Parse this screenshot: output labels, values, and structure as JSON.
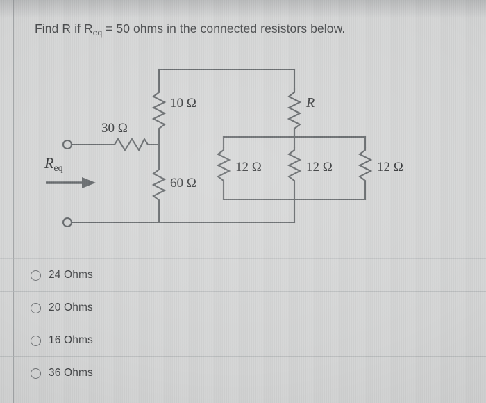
{
  "prompt": {
    "before": "Find R if R",
    "subscript": "eq",
    "after": " = 50 ohms in the connected resistors below."
  },
  "circuit": {
    "source_label": "Req",
    "source_label_base": "R",
    "source_label_sub": "eq",
    "resistors": [
      {
        "id": "r30",
        "label": "30 Ω",
        "value": "30",
        "unit": "Ω",
        "orientation": "horizontal"
      },
      {
        "id": "r10",
        "label": "10 Ω",
        "value": "10",
        "unit": "Ω",
        "orientation": "vertical"
      },
      {
        "id": "r60",
        "label": "60 Ω",
        "value": "60",
        "unit": "Ω",
        "orientation": "vertical"
      },
      {
        "id": "rR",
        "label": "R",
        "value": "R",
        "unit": "",
        "orientation": "vertical"
      },
      {
        "id": "r12a",
        "label": "12 Ω",
        "value": "12",
        "unit": "Ω",
        "orientation": "vertical"
      },
      {
        "id": "r12b",
        "label": "12 Ω",
        "value": "12",
        "unit": "Ω",
        "orientation": "vertical"
      },
      {
        "id": "r12c",
        "label": "12 Ω",
        "value": "12",
        "unit": "Ω",
        "orientation": "vertical"
      }
    ],
    "given_req_ohms": "50",
    "wire_color": "#5d6164",
    "terminal_count": "2"
  },
  "options": [
    {
      "label": "24 Ohms",
      "selected": false
    },
    {
      "label": "20 Ohms",
      "selected": false
    },
    {
      "label": "16 Ohms",
      "selected": false
    },
    {
      "label": "36 Ohms",
      "selected": false
    }
  ],
  "colors": {
    "background": "#d3d4d4",
    "ink": "#46484a",
    "wire": "#5d6164",
    "separator": "#b2b5b7"
  }
}
